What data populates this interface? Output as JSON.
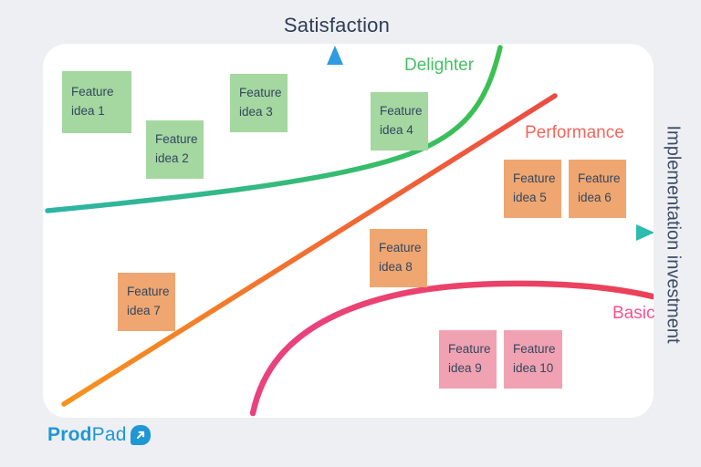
{
  "diagram": {
    "title": "Satisfaction",
    "x_axis_label": "Implementation investment",
    "note_colors": {
      "delighter": "#a5d7a0",
      "performance": "#efa670",
      "basic": "#f0a2b2"
    },
    "curves": [
      {
        "id": "delighter",
        "label": "Delighter",
        "color_start": "#2db4a6",
        "color_end": "#3cc04f",
        "label_color": "#45c163"
      },
      {
        "id": "performance",
        "label": "Performance",
        "color_start": "#f6921e",
        "color_end": "#ec4b43",
        "label_color": "#f2655c"
      },
      {
        "id": "basic",
        "label": "Basic",
        "color_start": "#e9427f",
        "color_end": "#eb4157",
        "label_color": "#f8508f"
      }
    ],
    "notes": [
      {
        "label": "Feature idea 1",
        "category": "delighter"
      },
      {
        "label": "Feature idea 2",
        "category": "delighter"
      },
      {
        "label": "Feature idea 3",
        "category": "delighter"
      },
      {
        "label": "Feature idea 4",
        "category": "delighter"
      },
      {
        "label": "Feature idea 5",
        "category": "performance"
      },
      {
        "label": "Feature idea 6",
        "category": "performance"
      },
      {
        "label": "Feature idea 7",
        "category": "performance"
      },
      {
        "label": "Feature idea 8",
        "category": "performance"
      },
      {
        "label": "Feature idea 9",
        "category": "basic"
      },
      {
        "label": "Feature idea 10",
        "category": "basic"
      }
    ]
  },
  "logo": {
    "bold": "Prod",
    "regular": "Pad",
    "color": "#1f97d4",
    "icon": "arrow-up-right-icon"
  }
}
